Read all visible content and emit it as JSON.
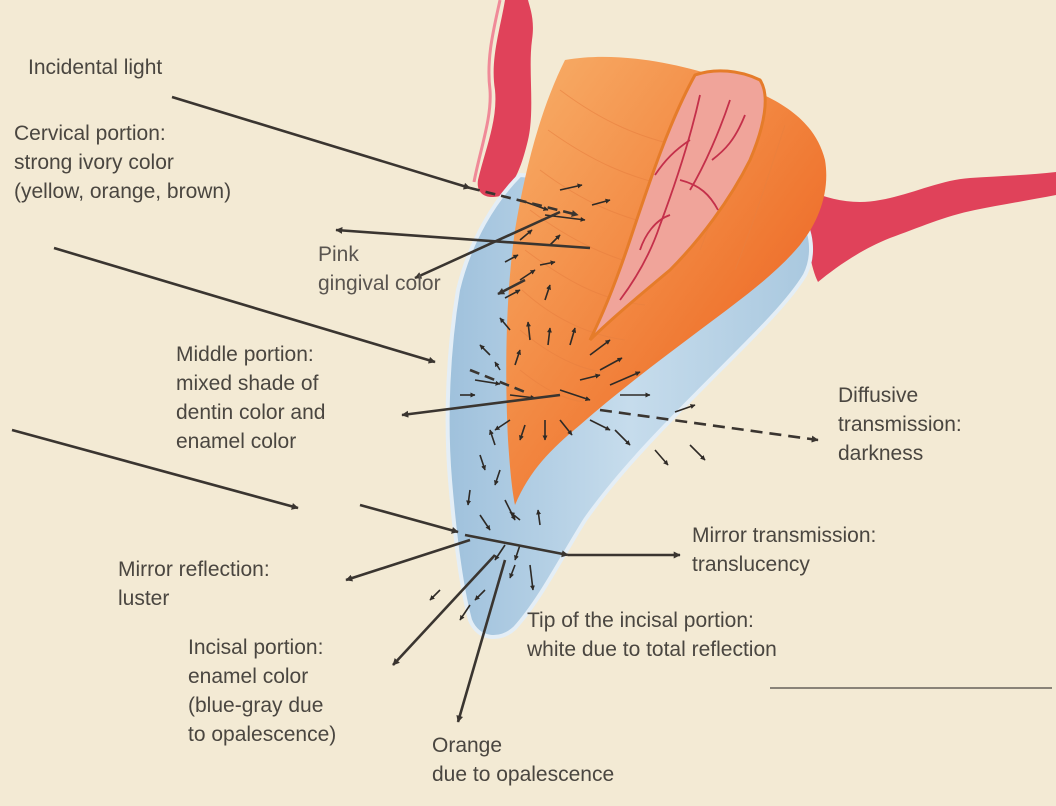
{
  "labels": {
    "incidental_light": "Incidental light",
    "cervical": [
      "Cervical portion:",
      "strong ivory color",
      "(yellow, orange, brown)"
    ],
    "pink_gingival": [
      "Pink",
      "gingival color"
    ],
    "middle": [
      "Middle portion:",
      "mixed shade of",
      "dentin color and",
      "enamel color"
    ],
    "diffusive": [
      "Diffusive",
      "transmission:",
      "darkness"
    ],
    "mirror_transmission": [
      "Mirror transmission:",
      "translucency"
    ],
    "mirror_reflection": [
      "Mirror reflection:",
      "luster"
    ],
    "tip": [
      "Tip of the incisal portion:",
      "white due to total reflection"
    ],
    "incisal": [
      "Incisal portion:",
      "enamel color",
      "(blue-gray due",
      "to opalescence)"
    ],
    "orange": [
      "Orange",
      "due to opalescence"
    ]
  },
  "colors": {
    "background": "#f3ead4",
    "gingiva": "#e0425a",
    "dentin_outer": "#f7a25c",
    "dentin_inner": "#ee5a22",
    "pulp": "#f0a49a",
    "pulp_vessels": "#c4304a",
    "enamel": "#b8d3e6",
    "enamel_edge": "#e8f1f8",
    "arrow": "#3a3530",
    "text": "#4a4640"
  }
}
